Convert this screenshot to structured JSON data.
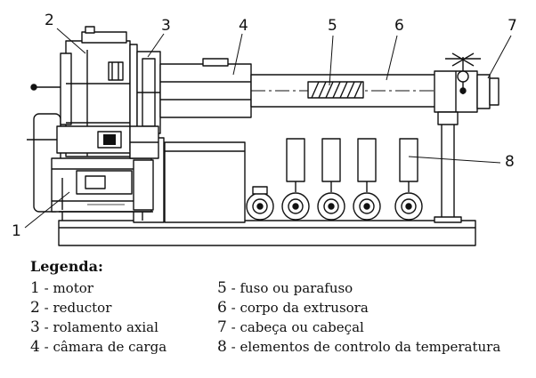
{
  "callouts": [
    "1",
    "2",
    "3",
    "4",
    "5",
    "6",
    "7",
    "8"
  ],
  "legend": {
    "title": "Legenda:",
    "items": [
      {
        "num": "1",
        "text": "- motor"
      },
      {
        "num": "2",
        "text": "- reductor"
      },
      {
        "num": "3",
        "text": "- rolamento axial"
      },
      {
        "num": "4",
        "text": "- câmara de carga"
      },
      {
        "num": "5",
        "text": "- fuso ou parafuso"
      },
      {
        "num": "6",
        "text": "- corpo da extrusora"
      },
      {
        "num": "7",
        "text": "- cabeça ou cabeçal"
      },
      {
        "num": "8",
        "text": "- elementos de controlo da temperatura"
      }
    ]
  }
}
